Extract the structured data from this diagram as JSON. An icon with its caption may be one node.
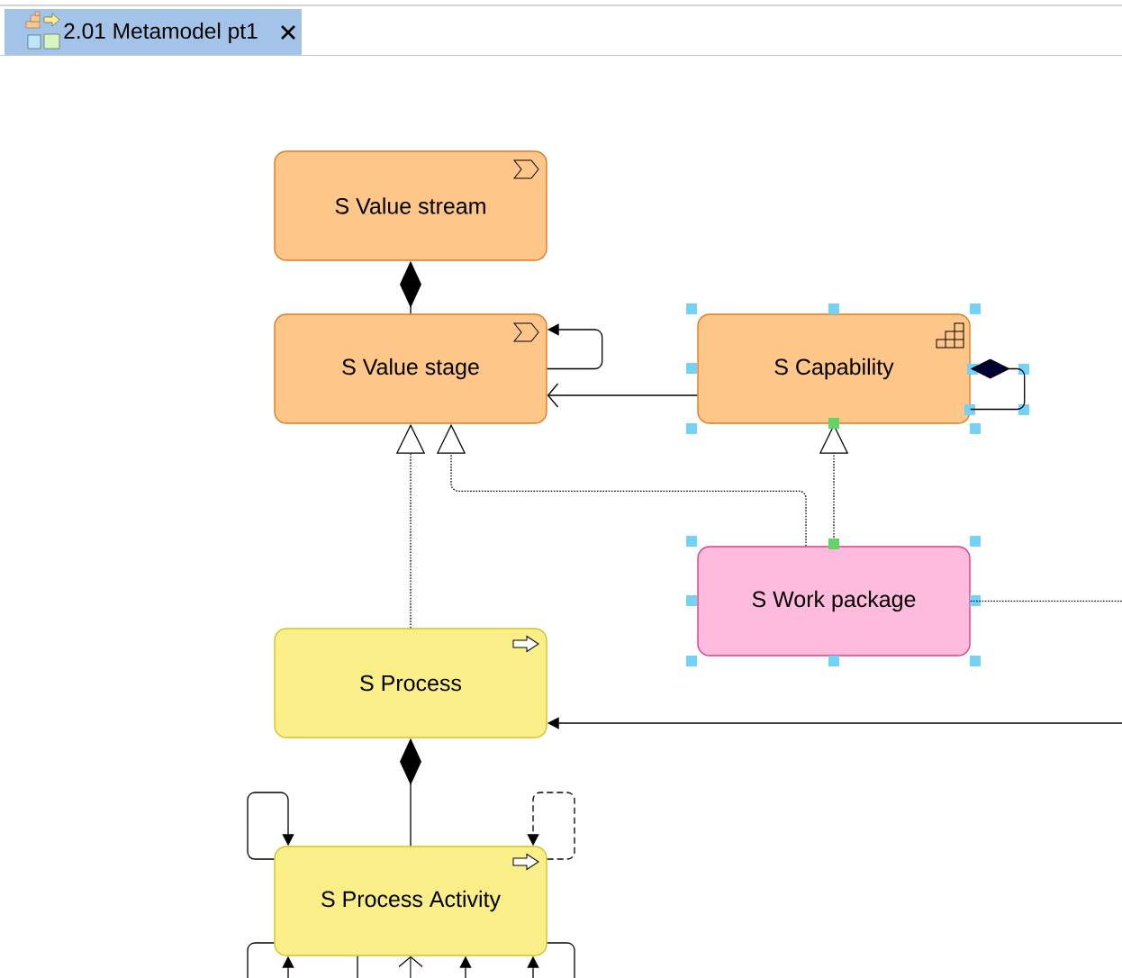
{
  "diagram": {
    "nodes": [
      {
        "text": [
          "S Value stream"
        ]
      },
      {
        "text": [
          "S Value stage"
        ]
      },
      {
        "text": [
          "S Capability"
        ]
      },
      {
        "text": [
          "S Work package"
        ]
      },
      {
        "text": [
          "S Process"
        ]
      },
      {
        "text": [
          "S Process Activity"
        ]
      }
    ],
    "edges": [
      {
        "from": 1,
        "to": 0,
        "arrow": "other"
      },
      {
        "from": 1,
        "to": 1,
        "arrow": "to"
      },
      {
        "from": 2,
        "to": 1,
        "arrow": "to"
      },
      {
        "from": 2,
        "to": 2,
        "arrow": "other"
      },
      {
        "from": 4,
        "to": 1,
        "arrow": "to",
        "style": "dashed"
      },
      {
        "from": 3,
        "to": 1,
        "arrow": "to",
        "style": "dashed"
      },
      {
        "from": 3,
        "to": 2,
        "arrow": "to",
        "style": "dashed"
      },
      {
        "from": 3,
        "to": null,
        "arrow": "none",
        "style": "dashed"
      },
      {
        "from": null,
        "to": 4,
        "arrow": "to"
      },
      {
        "from": 5,
        "to": 4,
        "arrow": "other"
      },
      {
        "from": 5,
        "to": 5,
        "arrow": "to"
      },
      {
        "from": 5,
        "to": 5,
        "arrow": "to",
        "style": "dashed"
      },
      {
        "from": 5,
        "to": 5,
        "arrow": "to"
      },
      {
        "from": 5,
        "to": 5,
        "arrow": "to"
      },
      {
        "from": 5,
        "to": null,
        "arrow": "none"
      },
      {
        "from": null,
        "to": 5,
        "arrow": "to"
      },
      {
        "from": null,
        "to": 5,
        "arrow": "to"
      }
    ],
    "labels": [
      "2.01 Metamodel pt1"
    ]
  }
}
